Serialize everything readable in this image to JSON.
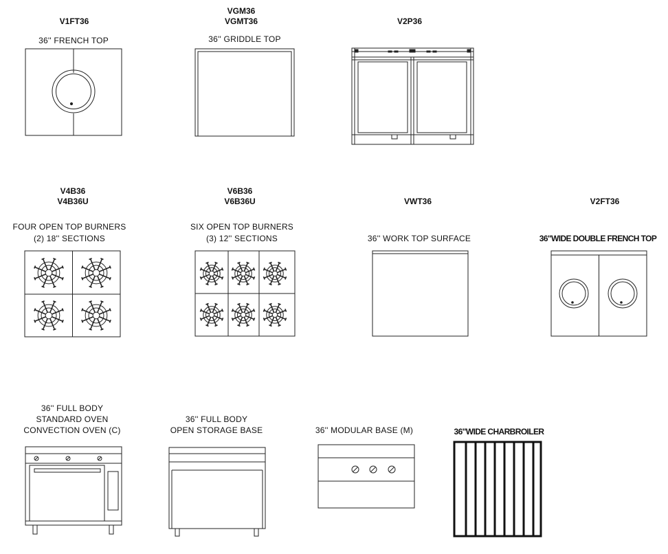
{
  "items": [
    {
      "id": "v1ft36",
      "model": "V1FT36",
      "description": "36'' FRENCH TOP"
    },
    {
      "id": "vgm36",
      "model": "VGM36",
      "model2": "VGMT36",
      "description": "36'' GRIDDLE TOP"
    },
    {
      "id": "v2p36",
      "model": "V2P36"
    },
    {
      "id": "v4b36",
      "model": "V4B36",
      "model2": "V4B36U",
      "description": "FOUR OPEN TOP BURNERS",
      "description2": "(2) 18'' SECTIONS"
    },
    {
      "id": "v6b36",
      "model": "V6B36",
      "model2": "V6B36U",
      "description": "SIX OPEN TOP BURNERS",
      "description2": "(3) 12'' SECTIONS"
    },
    {
      "id": "vwt36",
      "model": "VWT36",
      "description": "36'' WORK TOP SURFACE"
    },
    {
      "id": "v2ft36",
      "model": "V2FT36",
      "description": "36\"WIDE DOUBLE FRENCH TOP"
    },
    {
      "id": "oven",
      "description": "36'' FULL BODY",
      "description2": "STANDARD OVEN",
      "description3": "CONVECTION OVEN (C)"
    },
    {
      "id": "storage",
      "description": "36'' FULL BODY",
      "description2": "OPEN STORAGE BASE"
    },
    {
      "id": "modular",
      "description": "36'' MODULAR BASE (M)"
    },
    {
      "id": "charbroiler",
      "description": "36\"WIDE CHARBROILER"
    }
  ]
}
